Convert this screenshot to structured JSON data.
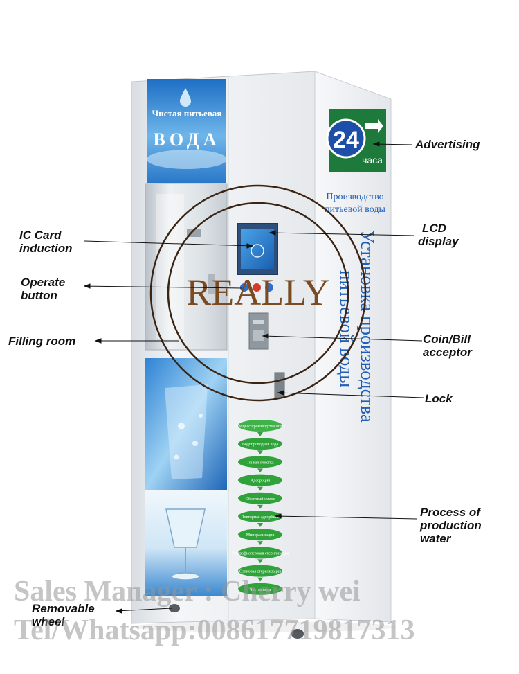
{
  "machine": {
    "top_sign": {
      "line1": "Чистая питьевая",
      "line2": "ВОДА"
    },
    "badge": {
      "number": "24",
      "unit": "часа"
    },
    "side_heading": {
      "line1": "Производство",
      "line2": "питьевой воды"
    },
    "vertical_title": {
      "line1": "Установка производства",
      "line2": "питьевой воды"
    },
    "process_steps": [
      "Процесс производства воды",
      "Водопроводная вода",
      "Тонкая очистка",
      "Адсорбция",
      "Обратный осмос",
      "Повторная адсорбция",
      "Минерализация",
      "Ультрафиолетовая стерилизация",
      "Озоновая стерилизация",
      "Чистая вода"
    ]
  },
  "watermark_logo": "REALLY",
  "callouts": {
    "advertising": "Advertising",
    "lcd_l1": "LCD",
    "lcd_l2": "display",
    "ic_l1": "IC Card",
    "ic_l2": "induction",
    "operate_l1": "Operate",
    "operate_l2": "button",
    "filling": "Filling room",
    "coin_l1": "Coin/Bill",
    "coin_l2": "acceptor",
    "lock": "Lock",
    "process_l1": "Process of",
    "process_l2": "production",
    "process_l3": "water",
    "wheel_l1": "Removable",
    "wheel_l2": "wheel"
  },
  "footer_watermark": {
    "line1": "Sales Manager : Cherry wei",
    "line2": "Tel/Whatsapp:008617719817313"
  },
  "colors": {
    "accent_blue": "#1f5fb8",
    "badge_green": "#1e7a3a",
    "pill_green": "#2fa33a",
    "logo_brown": "#7a4a22"
  }
}
